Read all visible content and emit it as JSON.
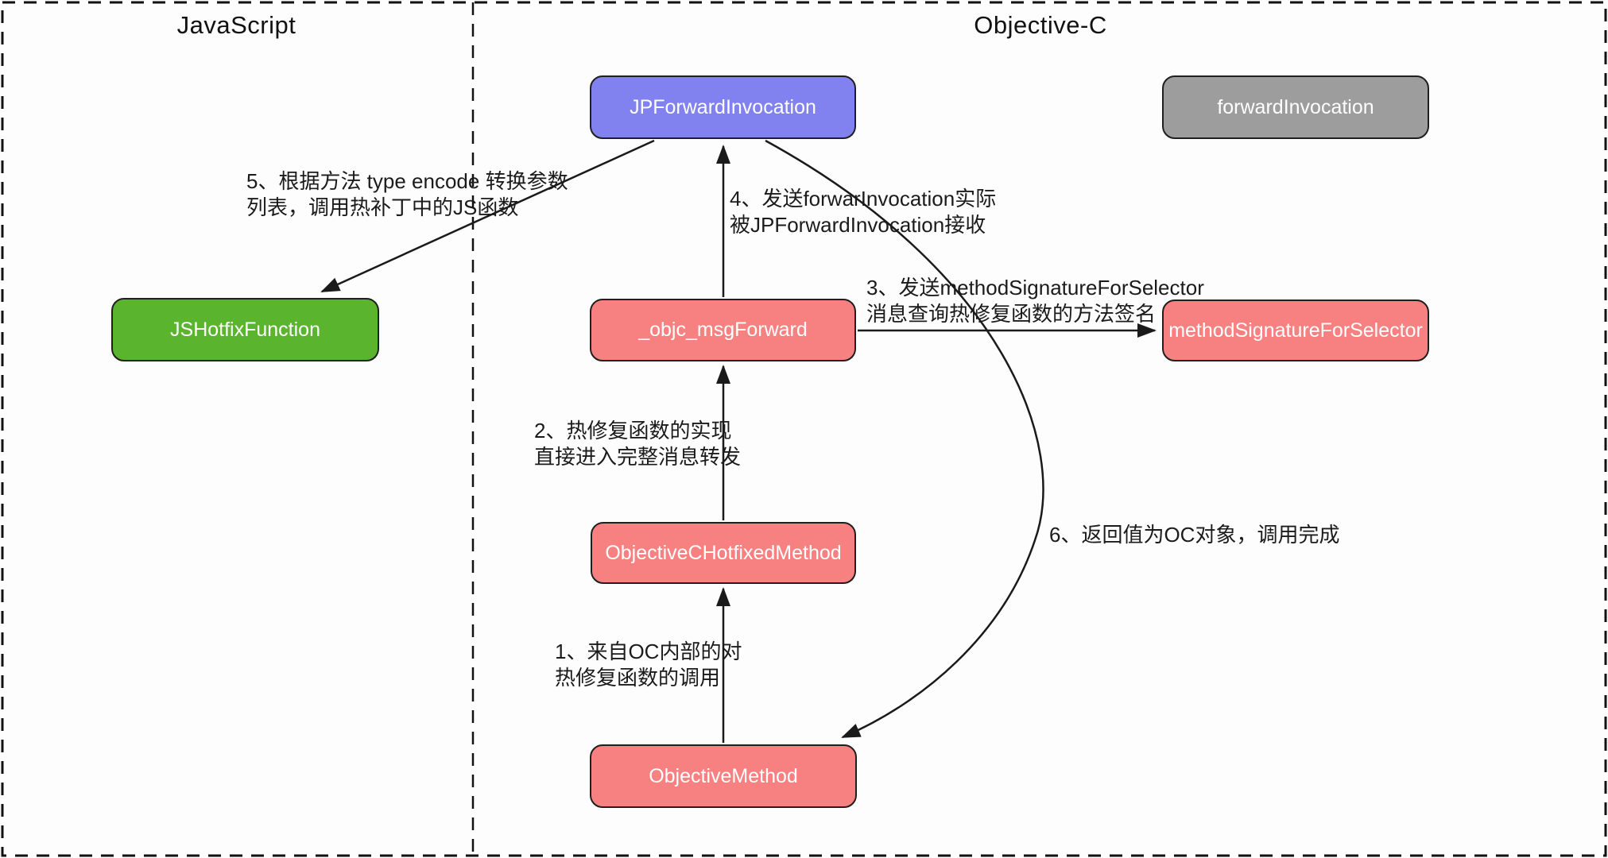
{
  "diagram": {
    "sections": {
      "left_title": "JavaScript",
      "right_title": "Objective-C"
    },
    "nodes": {
      "jp_forward_invocation": {
        "label": "JPForwardInvocation",
        "color": "#8181f0"
      },
      "forward_invocation": {
        "label": "forwardInvocation",
        "color": "#9d9d9d"
      },
      "js_hotfix_function": {
        "label": "JSHotfixFunction",
        "color": "#5bb42e"
      },
      "objc_msg_forward": {
        "label": "_objc_msgForward",
        "color": "#f78181"
      },
      "method_signature_for_selector": {
        "label": "methodSignatureForSelector",
        "color": "#f78181"
      },
      "objective_c_hotfixed_method": {
        "label": "ObjectiveCHotfixedMethod",
        "color": "#f78181"
      },
      "objective_method": {
        "label": "ObjectiveMethod",
        "color": "#f78181"
      }
    },
    "annotations": {
      "step1": {
        "line1": "1、来自OC内部的对",
        "line2": "热修复函数的调用"
      },
      "step2": {
        "line1": "2、热修复函数的实现",
        "line2": "直接进入完整消息转发"
      },
      "step3": {
        "line1": "3、发送methodSignatureForSelector",
        "line2": "消息查询热修复函数的方法签名"
      },
      "step4": {
        "line1": "4、发送forwarInvocation实际",
        "line2": "被JPForwardInvocation接收"
      },
      "step5": {
        "line1": "5、根据方法 type encode 转换参数",
        "line2": "列表，调用热补丁中的JS函数"
      },
      "step6": {
        "line1": "6、返回值为OC对象，调用完成"
      }
    },
    "line_color": "#1a1a1a"
  }
}
